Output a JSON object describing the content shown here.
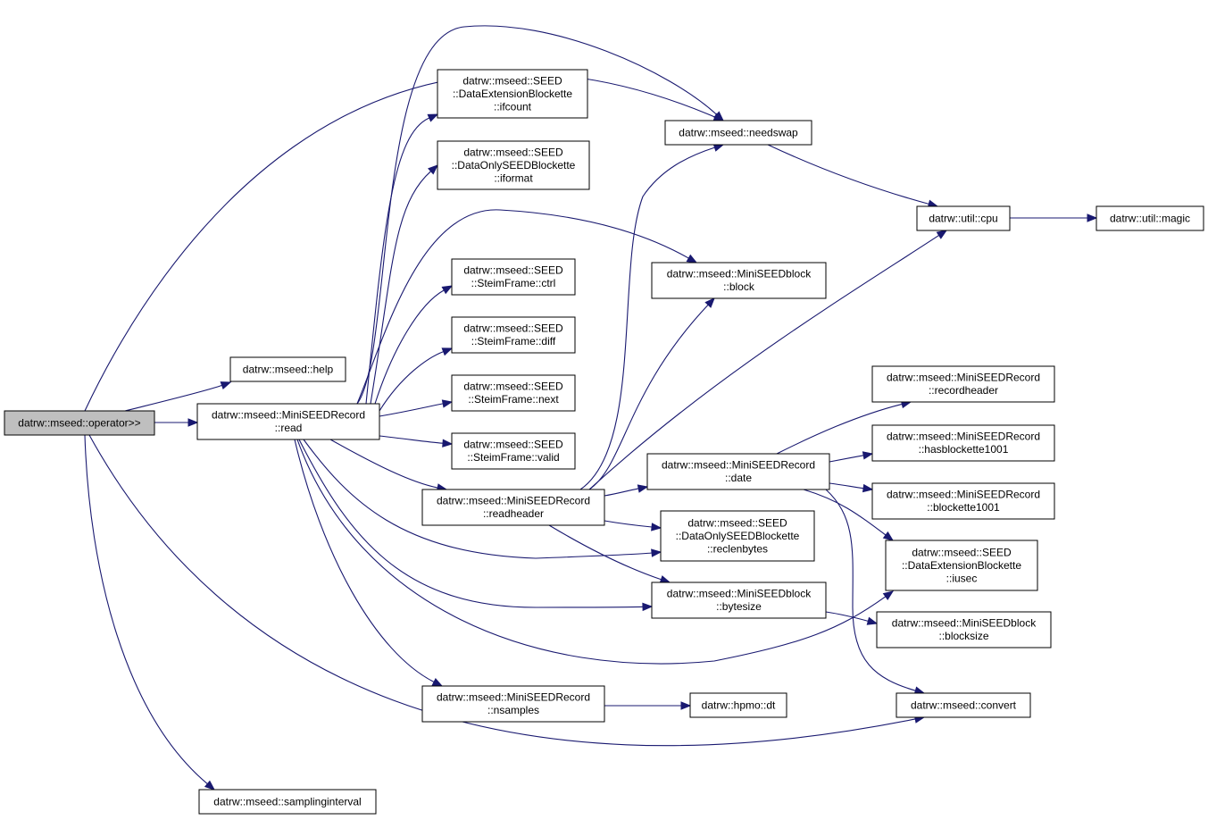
{
  "nodes": {
    "operator": [
      "datrw::mseed::operator>>"
    ],
    "help": [
      "datrw::mseed::help"
    ],
    "read": [
      "datrw::mseed::MiniSEEDRecord",
      "::read"
    ],
    "samplinginterval": [
      "datrw::mseed::samplinginterval"
    ],
    "ifcount": [
      "datrw::mseed::SEED",
      "::DataExtensionBlockette",
      "::ifcount"
    ],
    "iformat": [
      "datrw::mseed::SEED",
      "::DataOnlySEEDBlockette",
      "::iformat"
    ],
    "ctrl": [
      "datrw::mseed::SEED",
      "::SteimFrame::ctrl"
    ],
    "diff": [
      "datrw::mseed::SEED",
      "::SteimFrame::diff"
    ],
    "next": [
      "datrw::mseed::SEED",
      "::SteimFrame::next"
    ],
    "valid": [
      "datrw::mseed::SEED",
      "::SteimFrame::valid"
    ],
    "readheader": [
      "datrw::mseed::MiniSEEDRecord",
      "::readheader"
    ],
    "nsamples": [
      "datrw::mseed::MiniSEEDRecord",
      "::nsamples"
    ],
    "needswap": [
      "datrw::mseed::needswap"
    ],
    "block": [
      "datrw::mseed::MiniSEEDblock",
      "::block"
    ],
    "date": [
      "datrw::mseed::MiniSEEDRecord",
      "::date"
    ],
    "reclenbytes": [
      "datrw::mseed::SEED",
      "::DataOnlySEEDBlockette",
      "::reclenbytes"
    ],
    "bytesize": [
      "datrw::mseed::MiniSEEDblock",
      "::bytesize"
    ],
    "dt": [
      "datrw::hpmo::dt"
    ],
    "cpu": [
      "datrw::util::cpu"
    ],
    "magic": [
      "datrw::util::magic"
    ],
    "recordheader": [
      "datrw::mseed::MiniSEEDRecord",
      "::recordheader"
    ],
    "hasblockette1001": [
      "datrw::mseed::MiniSEEDRecord",
      "::hasblockette1001"
    ],
    "blockette1001": [
      "datrw::mseed::MiniSEEDRecord",
      "::blockette1001"
    ],
    "iusec": [
      "datrw::mseed::SEED",
      "::DataExtensionBlockette",
      "::iusec"
    ],
    "blocksize": [
      "datrw::mseed::MiniSEEDblock",
      "::blocksize"
    ],
    "convert": [
      "datrw::mseed::convert"
    ]
  },
  "edges": [
    [
      "operator",
      "help"
    ],
    [
      "operator",
      "read"
    ],
    [
      "operator",
      "samplinginterval"
    ],
    [
      "operator",
      "needswap"
    ],
    [
      "operator",
      "convert"
    ],
    [
      "read",
      "ifcount"
    ],
    [
      "read",
      "iformat"
    ],
    [
      "read",
      "ctrl"
    ],
    [
      "read",
      "diff"
    ],
    [
      "read",
      "next"
    ],
    [
      "read",
      "valid"
    ],
    [
      "read",
      "readheader"
    ],
    [
      "read",
      "nsamples"
    ],
    [
      "read",
      "needswap"
    ],
    [
      "read",
      "block"
    ],
    [
      "read",
      "reclenbytes"
    ],
    [
      "read",
      "bytesize"
    ],
    [
      "read",
      "iusec"
    ],
    [
      "readheader",
      "needswap"
    ],
    [
      "readheader",
      "block"
    ],
    [
      "readheader",
      "cpu"
    ],
    [
      "readheader",
      "date"
    ],
    [
      "readheader",
      "reclenbytes"
    ],
    [
      "readheader",
      "bytesize"
    ],
    [
      "needswap",
      "cpu"
    ],
    [
      "cpu",
      "magic"
    ],
    [
      "date",
      "recordheader"
    ],
    [
      "date",
      "hasblockette1001"
    ],
    [
      "date",
      "blockette1001"
    ],
    [
      "date",
      "iusec"
    ],
    [
      "date",
      "convert"
    ],
    [
      "bytesize",
      "blocksize"
    ],
    [
      "nsamples",
      "dt"
    ]
  ],
  "colors": {
    "edge": "#191970",
    "root_fill": "#bfbfbf",
    "node_fill": "#ffffff"
  }
}
